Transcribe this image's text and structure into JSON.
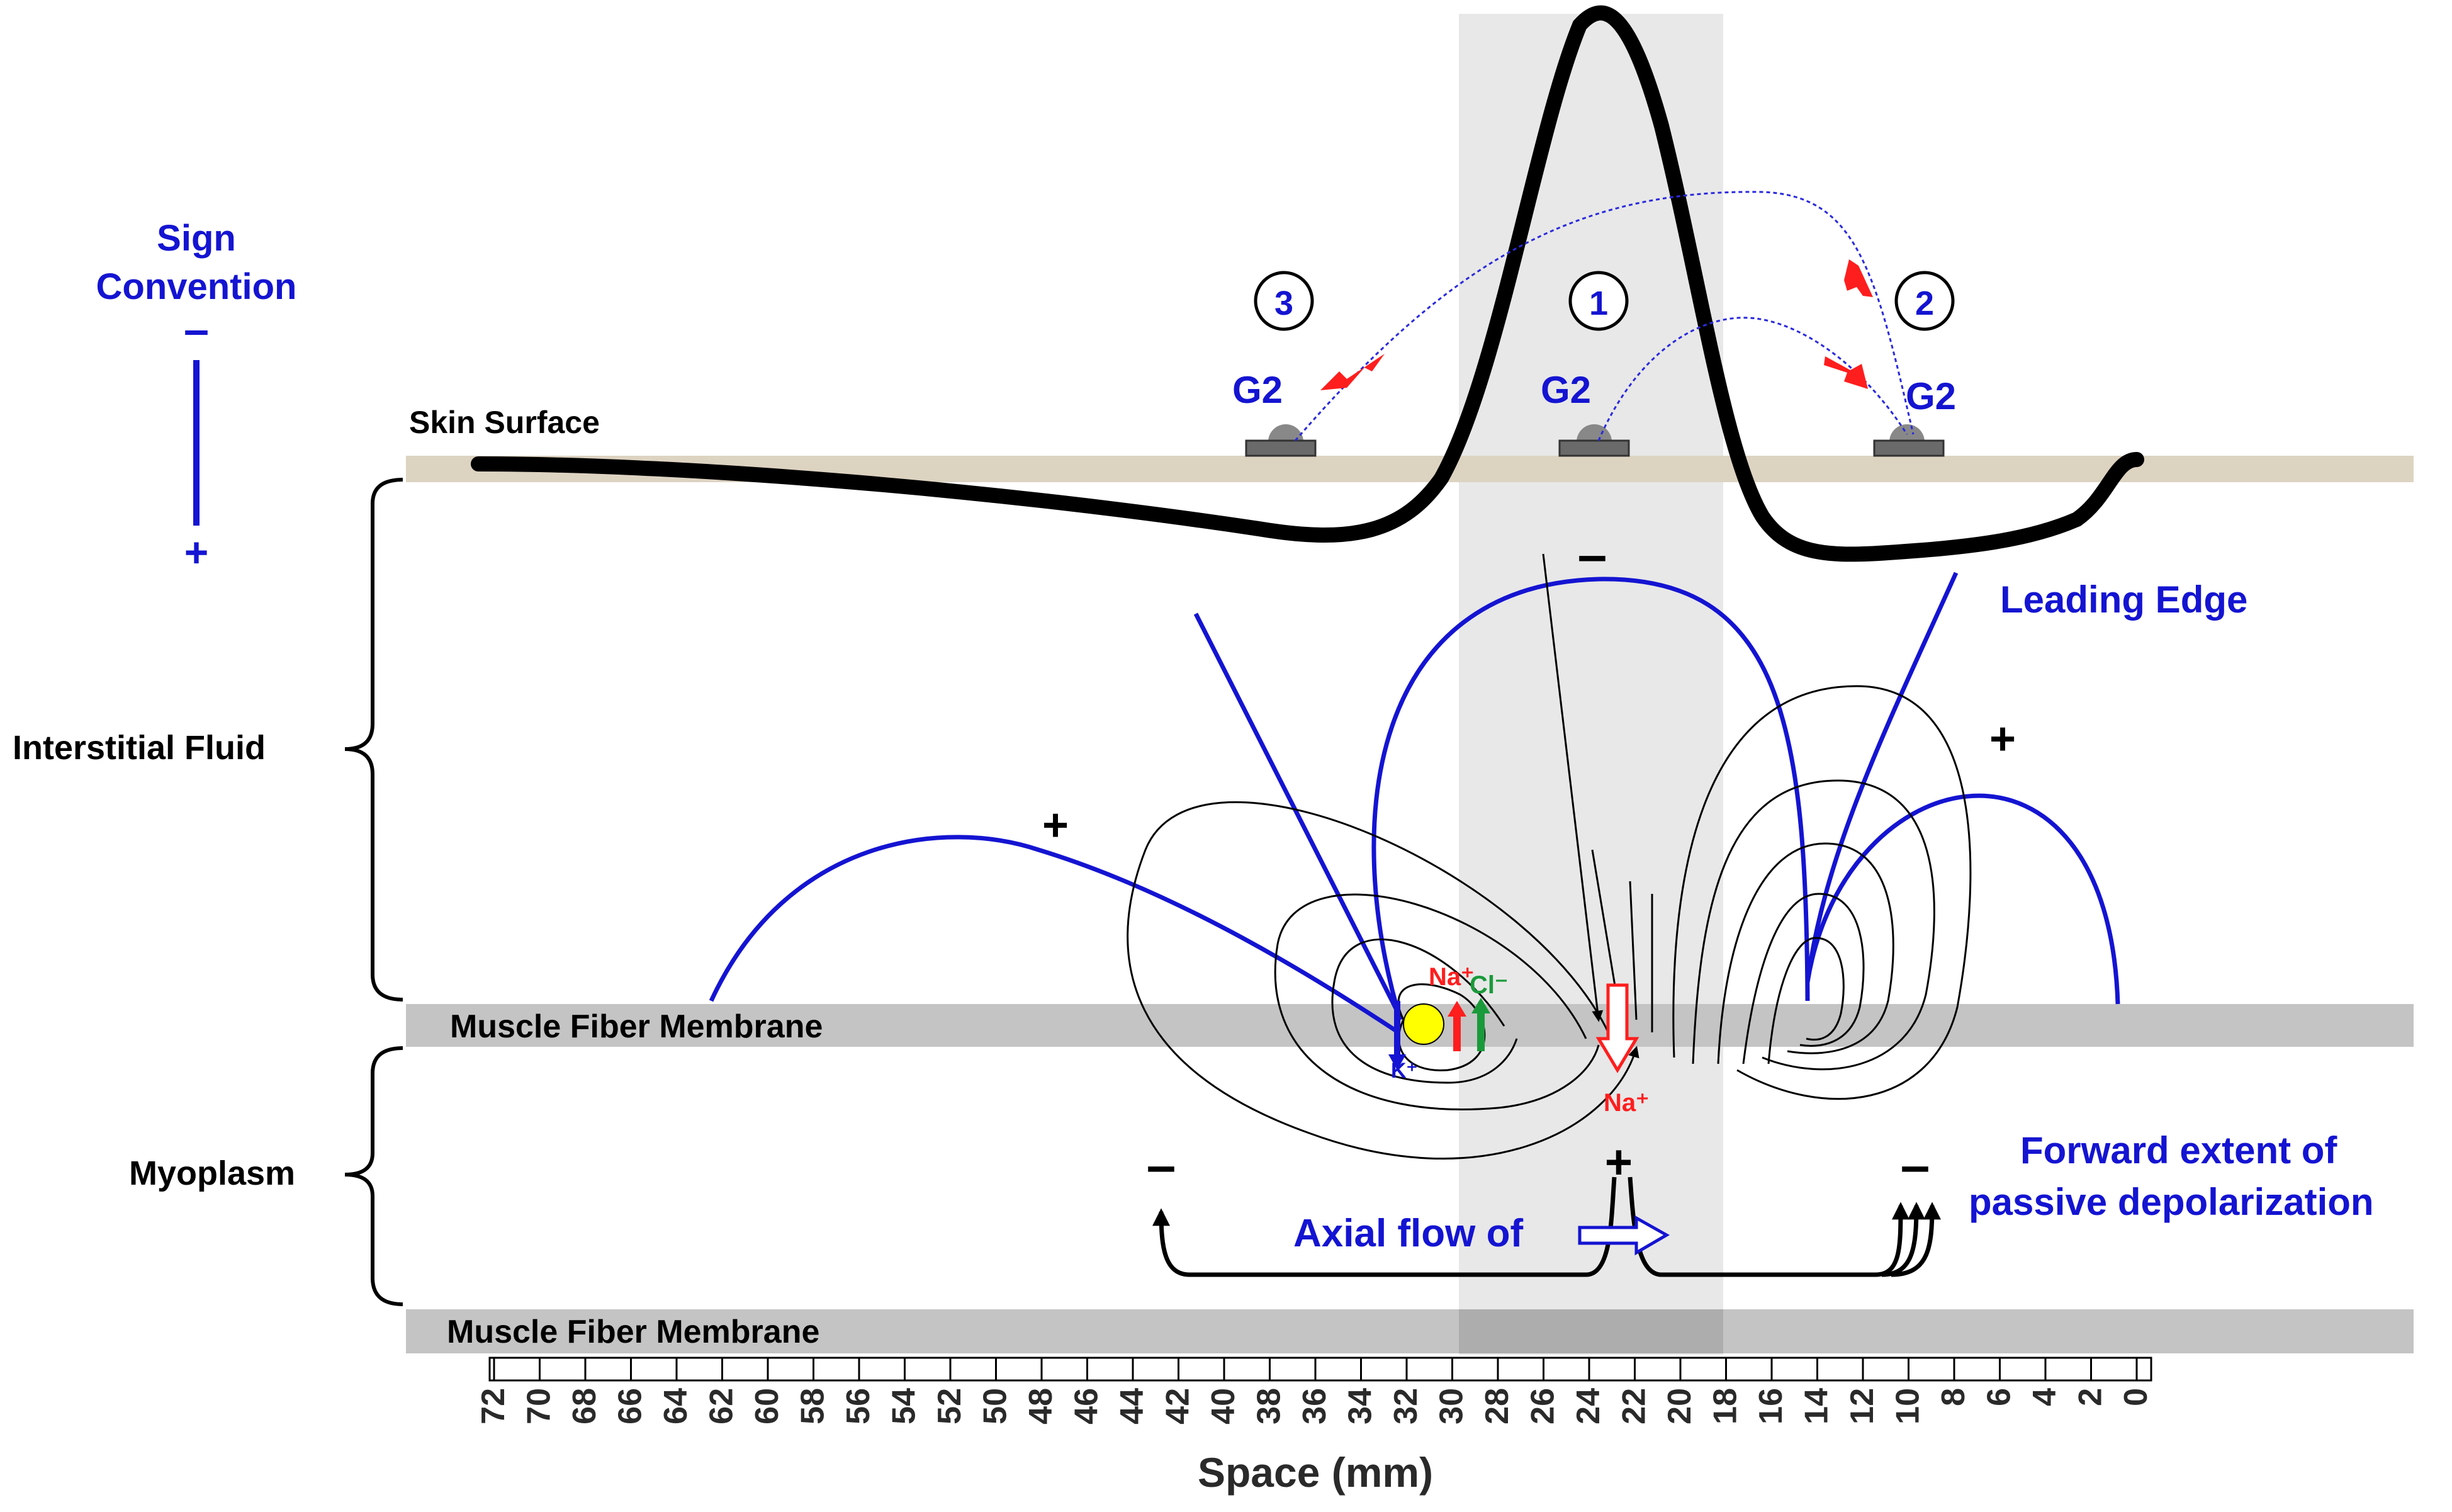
{
  "sign_convention": {
    "title_line1": "Sign",
    "title_line2": "Convention",
    "minus": "–",
    "plus": "+"
  },
  "labels": {
    "skin_surface": "Skin Surface",
    "interstitial_fluid": "Interstitial Fluid",
    "myoplasm": "Myoplasm",
    "membrane_top": "Muscle Fiber Membrane",
    "membrane_bottom": "Muscle Fiber Membrane"
  },
  "electrodes": {
    "e3": {
      "circle_label": "3",
      "name": "G2"
    },
    "e1": {
      "circle_label": "1",
      "name": "G2"
    },
    "e2": {
      "circle_label": "2",
      "name": "G2"
    }
  },
  "annotations": {
    "leading_edge": "Leading Edge",
    "forward_line1": "Forward extent of",
    "forward_line2": "passive depolarization",
    "axial_flow": "Axial flow of",
    "plus_left": "+",
    "plus_right": "+",
    "minus_top": "–",
    "minus_left": "–",
    "plus_center": "+",
    "minus_right": "–"
  },
  "ions": {
    "na_top": "Na⁺",
    "cl": "Cl⁻",
    "k": "K⁺",
    "na_bottom": "Na⁺"
  },
  "axis": {
    "title": "Space (mm)",
    "ticks": [
      "72",
      "70",
      "68",
      "66",
      "64",
      "62",
      "60",
      "58",
      "56",
      "54",
      "52",
      "50",
      "48",
      "46",
      "44",
      "42",
      "40",
      "38",
      "36",
      "34",
      "32",
      "30",
      "28",
      "26",
      "24",
      "22",
      "20",
      "18",
      "16",
      "14",
      "12",
      "10",
      "8",
      "6",
      "4",
      "2",
      "0"
    ]
  },
  "colors": {
    "blue": "#1414d2",
    "red": "#ff1e1e",
    "green": "#1a9a3a",
    "skin": "#ddd3c1",
    "membrane": "#c0c0c0",
    "band": "#e8e8e8",
    "ion_ball": "#ffff00"
  }
}
